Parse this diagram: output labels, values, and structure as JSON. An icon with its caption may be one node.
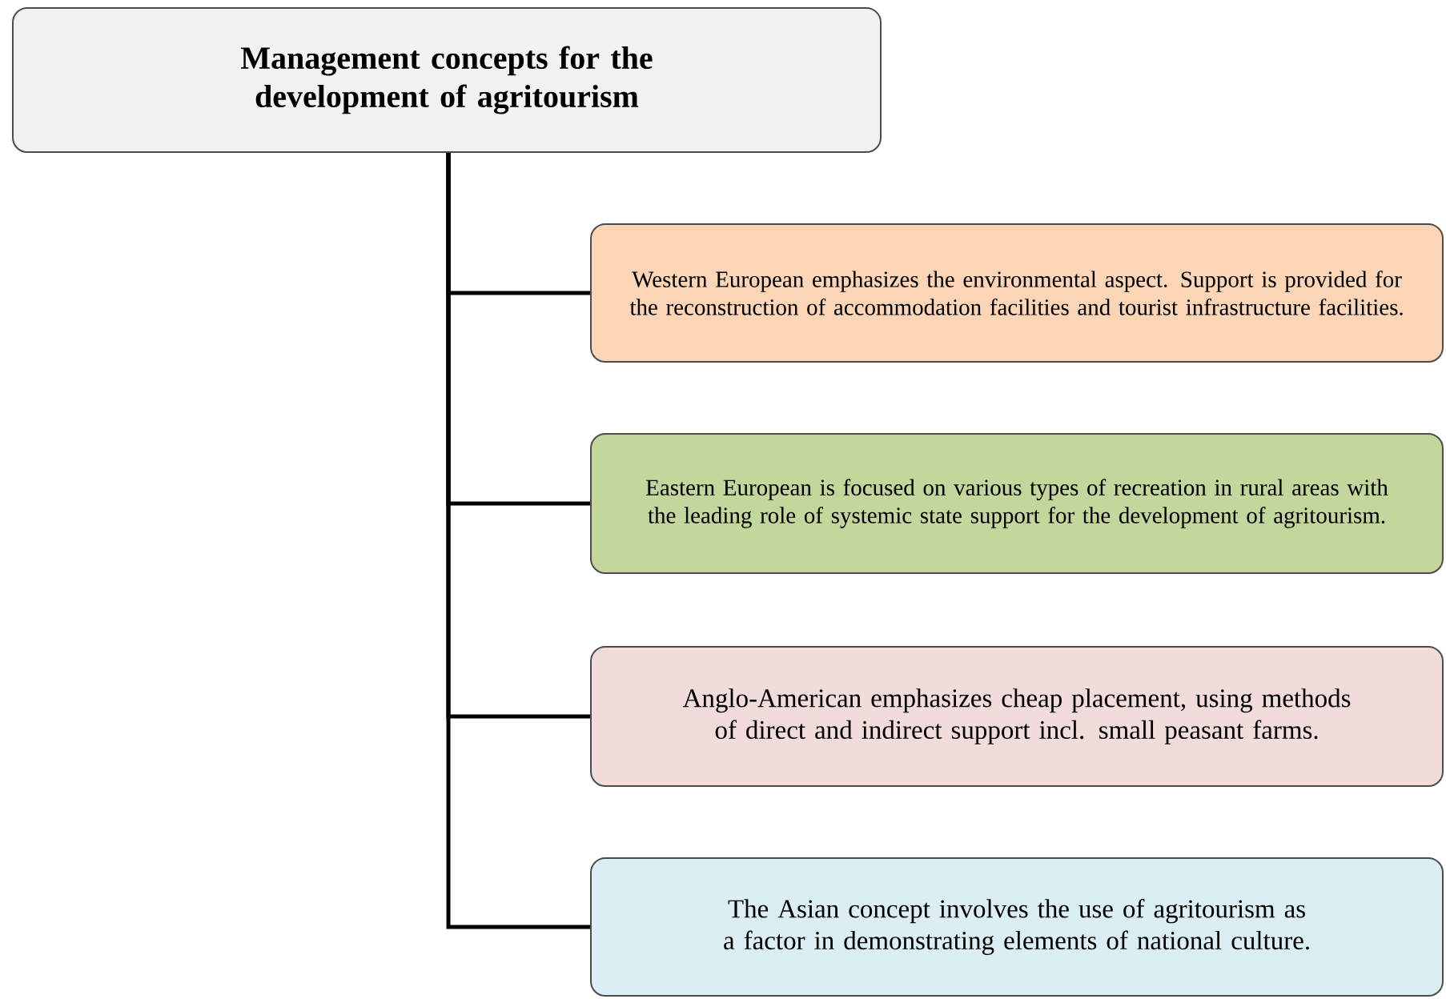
{
  "diagram": {
    "nodes": [
      {
        "text": [
          "Management concepts for the development of agritourism"
        ]
      },
      {
        "text": [
          "Western European emphasizes the environmental aspect. Support is provided for the reconstruction of accommodation facilities and tourist infrastructure facilities."
        ]
      },
      {
        "text": [
          "Eastern European is focused on various types of recreation in rural areas with the leading role of systemic state support for the development of agritourism."
        ]
      },
      {
        "text": [
          "Anglo-American emphasizes cheap placement, using methods of direct and indirect support incl. small peasant farms."
        ]
      },
      {
        "text": [
          "The Asian concept involves the use of agritourism as a factor in demonstrating elements of national culture."
        ]
      }
    ],
    "edges": [
      {
        "from": 0,
        "to": 1,
        "arrow": "none"
      },
      {
        "from": 0,
        "to": 2,
        "arrow": "none"
      },
      {
        "from": 0,
        "to": 3,
        "arrow": "none"
      },
      {
        "from": 0,
        "to": 4,
        "arrow": "none"
      }
    ]
  }
}
